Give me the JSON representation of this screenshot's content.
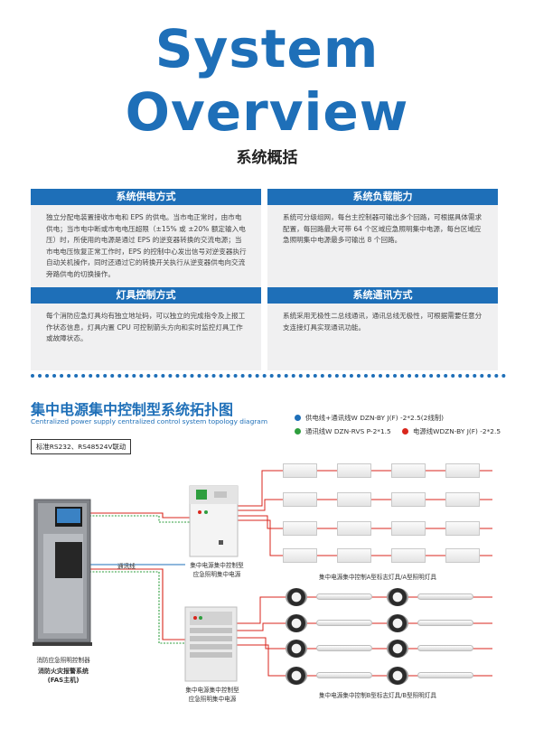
{
  "hero": {
    "title_line1": "System",
    "title_line2": "Overview",
    "subtitle": "系统概括"
  },
  "cards": {
    "power_supply": {
      "title": "系统供电方式",
      "body": "独立分配电装置接收市电和 EPS 的供电。当市电正常时，由市电供电；当市电中断或市电电压超限（±15% 或 ±20% 额定输入电压）时，所使用的电源是通过 EPS 的逆变器转换的交流电源；当市电电压恢复正常工作时，EPS 的控制中心发出信号对逆变器执行自动关机操作，同时还通过它的转换开关执行从逆变器供电向交流旁路供电的切换操作。"
    },
    "load_capacity": {
      "title": "系统负载能力",
      "body": "系统可分级组网，每台主控制器可输出多个回路，可根据具体需求配置，每回路最大可带 64 个区域应急照明集中电源，每台区域应急照明集中电源最多可输出 8 个回路。"
    },
    "lamp_control": {
      "title": "灯具控制方式",
      "body": "每个消防应急灯具均有独立地址码，可以独立的完成指令及上报工作状态信息，灯具内置 CPU 可控制箭头方向和实时监控灯具工作或故障状态。"
    },
    "communication": {
      "title": "系统通讯方式",
      "body": "系统采用无极性二总线通讯，通讯总线无极性，可根据需要任意分支连接灯具实现通讯功能。"
    }
  },
  "topology": {
    "title": "集中电源集中控制型系统拓扑图",
    "subtitle": "Centralized power supply centralized control system topology diagram",
    "standard": "标准RS232、RS48524V联动",
    "legend": [
      {
        "label": "供电线+通讯线W DZN-BY J(F) -2*2.5(2线制)",
        "color": "#1e6fb8"
      },
      {
        "label": "通讯线W DZN-RVS P-2*1.5",
        "color": "#2e9e3e"
      },
      {
        "label": "电源线WDZN-BY J(F) -2*2.5",
        "color": "#d9261c"
      }
    ],
    "comm_line_label": "通讯线",
    "controller_caption": "消防应急照明控制器",
    "fas_caption_line1": "消防火灾报警系统",
    "fas_caption_line2": "(FAS主机)",
    "supply_caption_line1": "集中电源集中控制型",
    "supply_caption_line2": "应急照明集中电源",
    "group_a_caption": "集中电源集中控制A型标志灯具/A型照明灯具",
    "group_b_caption": "集中电源集中控制B型标志灯具/B型照明灯具"
  }
}
